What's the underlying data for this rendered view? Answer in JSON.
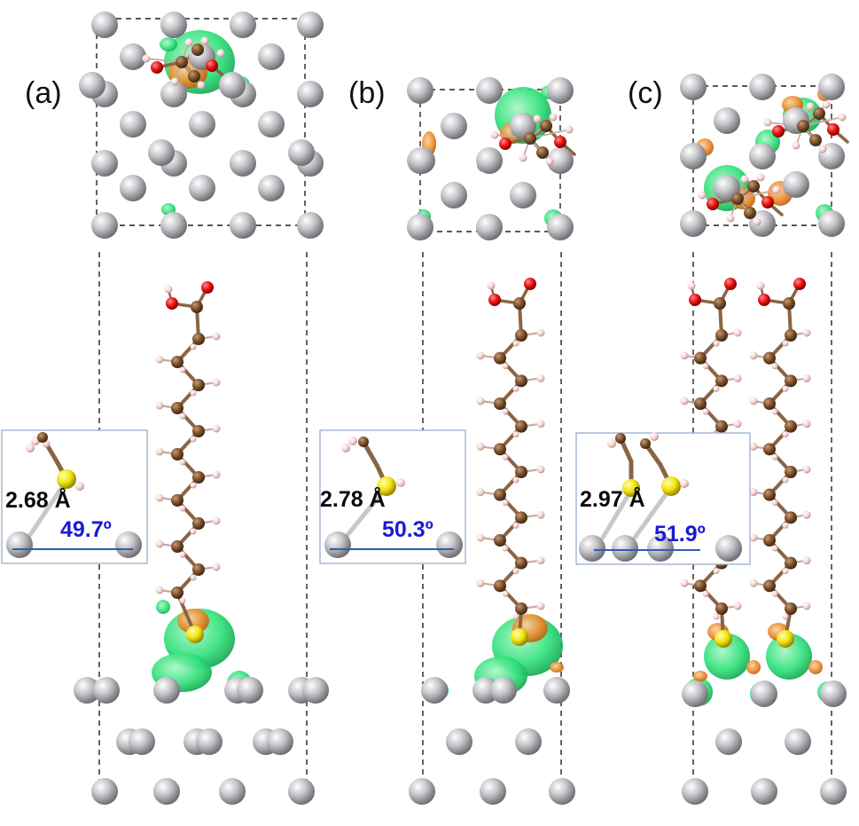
{
  "panels": [
    {
      "label": "(a)",
      "distance": "2.68 Å",
      "angle": "49.7º"
    },
    {
      "label": "(b)",
      "distance": "2.78 Å",
      "angle": "50.3º"
    },
    {
      "label": "(c)",
      "distance": "2.97 Å",
      "angle": "51.9º"
    }
  ],
  "colors": {
    "metal_atom": "#b9b9be",
    "carbon": "#7a4f2c",
    "oxygen": "#e81010",
    "hydrogen": "#f4c9c9",
    "sulfur": "#f2e20e",
    "density_accumulation": "#2fe07a",
    "density_depletion": "#e8892a",
    "angle_text": "#1a1ad6",
    "inset_border": "#9fb3d0"
  }
}
